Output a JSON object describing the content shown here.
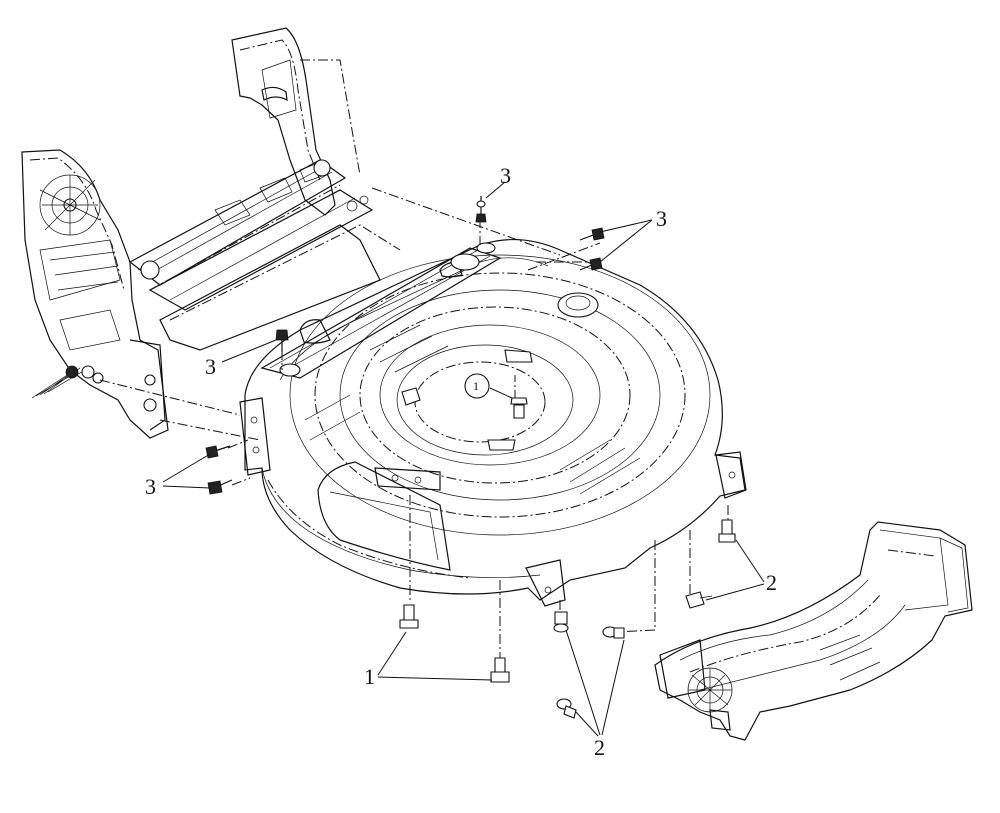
{
  "callouts": {
    "c1_top_circled": "1",
    "c1_bottom": "1",
    "c2_right": "2",
    "c2_bottom": "2",
    "c3_top": "3",
    "c3_top_right": "3",
    "c3_mid_left": "3",
    "c3_lower_left": "3"
  }
}
